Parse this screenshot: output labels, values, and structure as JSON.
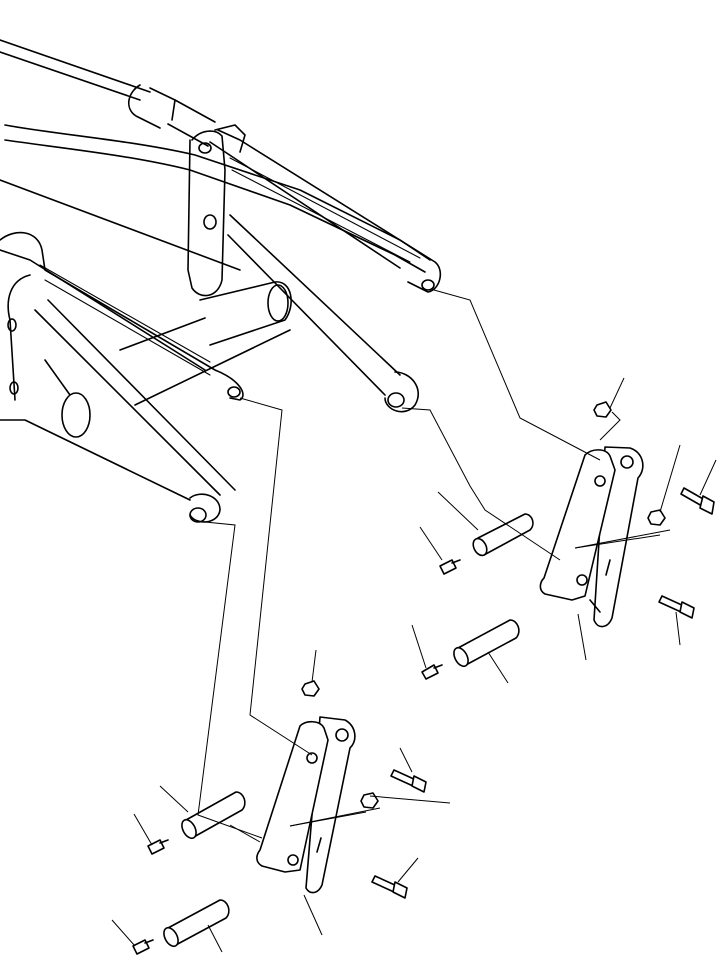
{
  "diagram": {
    "colors": {
      "line": "#000000",
      "background": "#ffffff"
    },
    "parts": [
      "boom-cylinder",
      "boom-arm-upper",
      "boom-arm-lower",
      "cross-tube",
      "right-hitch-bracket",
      "left-hitch-bracket",
      "pins",
      "grease-fittings",
      "bolts",
      "nuts"
    ]
  }
}
